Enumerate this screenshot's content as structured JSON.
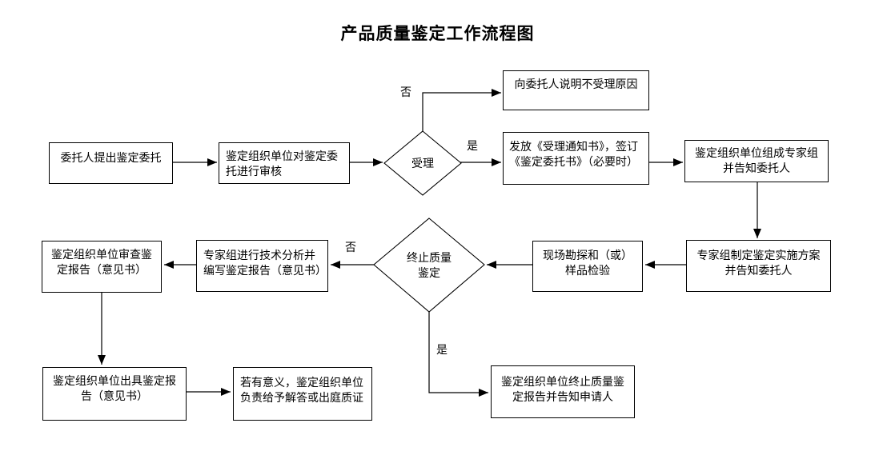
{
  "title": "产品质量鉴定工作流程图",
  "edge_labels": {
    "no_top": "否",
    "yes_top": "是",
    "no_mid": "否",
    "yes_mid": "是"
  },
  "nodes": {
    "client_request": {
      "lines": [
        "委托人提出鉴定委托"
      ]
    },
    "org_review": {
      "lines": [
        "鉴定组织单位对鉴定委",
        "托进行审核"
      ]
    },
    "accept_decision": {
      "lines": [
        "受理"
      ]
    },
    "explain_rejection": {
      "lines": [
        "向委托人说明不受理原因"
      ]
    },
    "issue_notice": {
      "lines": [
        "发放《受理通知书》，签订",
        "《鉴定委托书》（必要时）"
      ]
    },
    "form_expert_group": {
      "lines": [
        "鉴定组织单位组成专家组",
        "并告知委托人"
      ]
    },
    "make_plan": {
      "lines": [
        "专家组制定鉴定实施方案",
        "并告知委托人"
      ]
    },
    "site_survey": {
      "lines": [
        "现场勘探和（或）",
        "样品检验"
      ]
    },
    "terminate_decision": {
      "lines": [
        "终止质量",
        "鉴定"
      ]
    },
    "tech_analysis": {
      "lines": [
        "专家组进行技术分析并",
        "编写鉴定报告（意见书）"
      ]
    },
    "review_report": {
      "lines": [
        "鉴定组织单位审查鉴",
        "定报告（意见书）"
      ]
    },
    "issue_report": {
      "lines": [
        "鉴定组织单位出具鉴定报",
        "告（意见书）"
      ]
    },
    "answer_or_court": {
      "lines": [
        "若有意义，鉴定组织单位",
        "负责给予解答或出庭质证"
      ]
    },
    "terminate_report": {
      "lines": [
        "鉴定组织单位终止质量鉴",
        "定报告并告知申请人"
      ]
    }
  },
  "colors": {
    "line": "#000000",
    "box_border": "#000000",
    "background": "#ffffff",
    "text": "#000000"
  }
}
